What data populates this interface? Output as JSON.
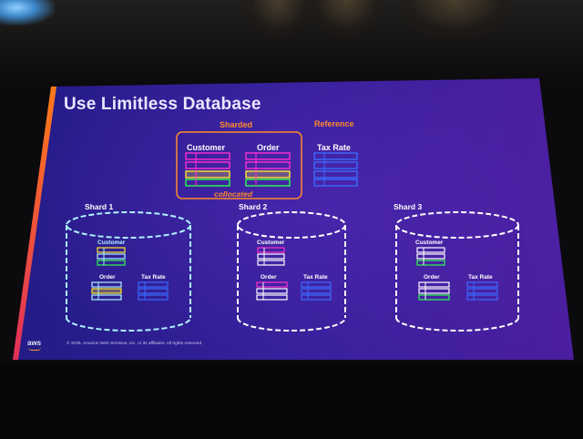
{
  "slide": {
    "title": "Use Limitless Database",
    "sharded_label": "Sharded",
    "reference_label": "Reference",
    "collocated_label": "collocated",
    "tables": {
      "customer": "Customer",
      "order": "Order",
      "tax_rate": "Tax Rate"
    },
    "shards": [
      {
        "label": "Shard 1",
        "customer": "Customer",
        "order": "Order",
        "tax_rate": "Tax Rate"
      },
      {
        "label": "Shard 2",
        "customer": "Customer",
        "order": "Order",
        "tax_rate": "Tax Rate"
      },
      {
        "label": "Shard 3",
        "customer": "Customer",
        "order": "Order",
        "tax_rate": "Tax Rate"
      }
    ],
    "copyright": "© 2025, Amazon Web Services, Inc. or its affiliates. All rights reserved.",
    "logo": "aws"
  },
  "colors": {
    "sharded": "#ff8a2a",
    "customer_rows": [
      "#ff2fd0",
      "#ffe92a",
      "#2aff4a"
    ],
    "reference": "#3a6bff",
    "shard_border": "#9ff0ff",
    "slide_bg_left": "#2a1f9a",
    "slide_bg_right": "#4a1fa0"
  }
}
